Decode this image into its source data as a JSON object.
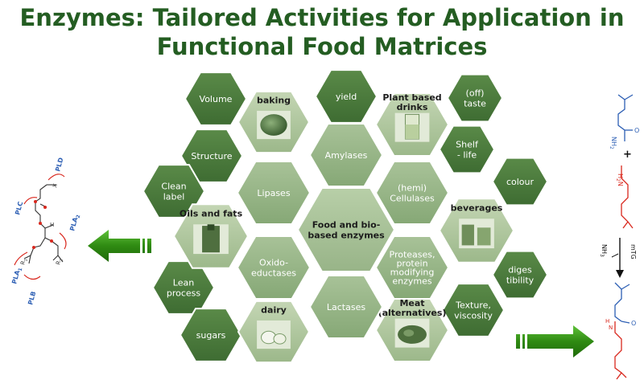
{
  "title": {
    "line1": "Enzymes: Tailored Activities for Application in",
    "line2": "Functional Food Matrices"
  },
  "colors": {
    "title": "#245d22",
    "dark_hex": "#4a7a3c",
    "mid_hex": "#5e8a4c",
    "light_hex": "#97b487",
    "center_hex": "#aac39a",
    "arrow": "#3d9a1c"
  },
  "hexagons": [
    {
      "id": "volume",
      "lines": [
        "Volume"
      ],
      "type": "dark"
    },
    {
      "id": "structure",
      "lines": [
        "Structure"
      ],
      "type": "dark"
    },
    {
      "id": "clean-label",
      "lines": [
        "Clean",
        "label"
      ],
      "type": "dark"
    },
    {
      "id": "lean-process",
      "lines": [
        "Lean",
        "process"
      ],
      "type": "dark"
    },
    {
      "id": "sugars",
      "lines": [
        "sugars"
      ],
      "type": "dark"
    },
    {
      "id": "yield",
      "lines": [
        "yield"
      ],
      "type": "dark"
    },
    {
      "id": "off-taste",
      "lines": [
        "(off)",
        "taste"
      ],
      "type": "dark"
    },
    {
      "id": "shelf-life",
      "lines": [
        "Shelf",
        "- life"
      ],
      "type": "dark"
    },
    {
      "id": "colour",
      "lines": [
        "colour"
      ],
      "type": "dark"
    },
    {
      "id": "digestibility",
      "lines": [
        "diges",
        "tibility"
      ],
      "type": "dark"
    },
    {
      "id": "texture-viscosity",
      "lines": [
        "Texture,",
        "viscosity"
      ],
      "type": "dark"
    },
    {
      "id": "baking",
      "lines": [
        "baking"
      ],
      "type": "image"
    },
    {
      "id": "oils-and-fats",
      "lines": [
        "Oils and fats"
      ],
      "type": "image"
    },
    {
      "id": "dairy",
      "lines": [
        "dairy"
      ],
      "type": "image"
    },
    {
      "id": "plant-based-drinks",
      "lines": [
        "Plant based",
        "drinks"
      ],
      "type": "image"
    },
    {
      "id": "beverages",
      "lines": [
        "beverages"
      ],
      "type": "image"
    },
    {
      "id": "meat-alternatives",
      "lines": [
        "Meat",
        "(alternatives)"
      ],
      "type": "image"
    },
    {
      "id": "amylases",
      "lines": [
        "Amylases"
      ],
      "type": "light"
    },
    {
      "id": "lipases",
      "lines": [
        "Lipases"
      ],
      "type": "light"
    },
    {
      "id": "hemi-cellulases",
      "lines": [
        "(hemi)",
        "Cellulases"
      ],
      "type": "light"
    },
    {
      "id": "oxidoreductases",
      "lines": [
        "Oxido-",
        "eductases"
      ],
      "type": "light"
    },
    {
      "id": "proteases",
      "lines": [
        "Proteases,",
        "protein",
        "modifying",
        "enzymes"
      ],
      "type": "light"
    },
    {
      "id": "lactases",
      "lines": [
        "Lactases"
      ],
      "type": "light"
    },
    {
      "id": "center",
      "lines": [
        "Food and bio-",
        "based enzymes"
      ],
      "type": "center"
    }
  ],
  "phospholipid_labels": {
    "pld": "PLD",
    "plc": "PLC",
    "pla2_left": "PLA",
    "pla2_right": "PLA",
    "pla1": "PLA",
    "plb": "PLB",
    "sub2": "2",
    "sub1": "1",
    "x": "X",
    "h": "H",
    "r1": "R",
    "r2": "R",
    "sub_r1": "1",
    "sub_r2": "2"
  },
  "reaction_labels": {
    "plus": "+",
    "mtg": "mTG",
    "nh3": "NH",
    "nh3_sub": "3",
    "nh2_top": "NH",
    "nh2_top_sub": "2",
    "h2n": "H",
    "h2n_sub": "2",
    "h2n_n": "N",
    "product_o": "O",
    "top_o": "O",
    "product_h": "H",
    "product_n": "N"
  }
}
